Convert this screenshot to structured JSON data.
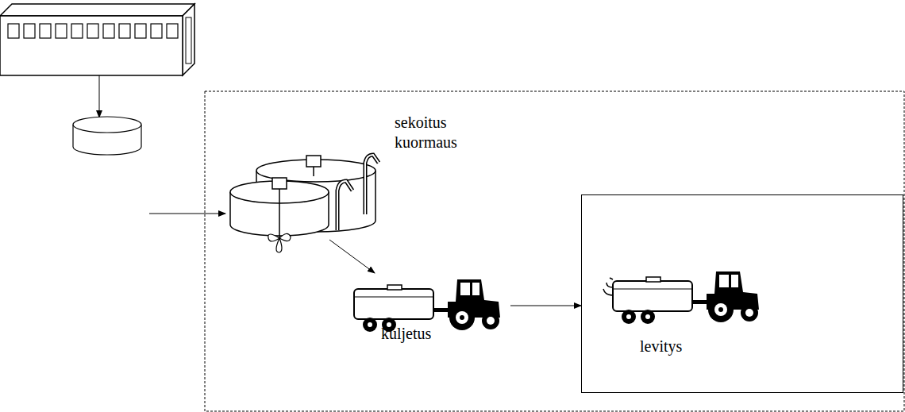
{
  "diagram": {
    "nodes": [
      {
        "text": [
          "sekoitus kuormaus"
        ]
      },
      {
        "text": [
          "kuljetus"
        ]
      },
      {
        "text": [
          "levitys"
        ]
      }
    ],
    "edges": [
      {
        "from": 0,
        "to": 1,
        "arrow": "to"
      },
      {
        "from": 1,
        "to": 2,
        "arrow": "to"
      }
    ]
  }
}
